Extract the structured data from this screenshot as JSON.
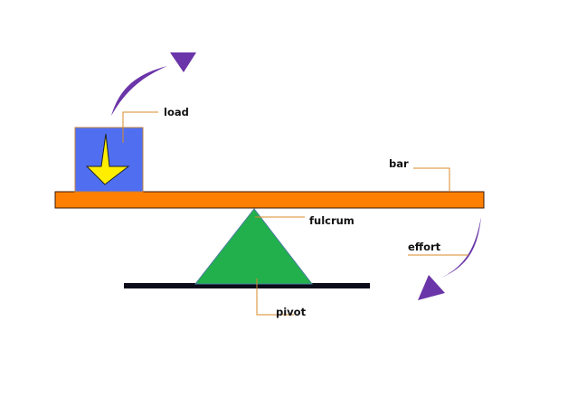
{
  "diagram": {
    "title": "Lever",
    "labels": {
      "load": "load",
      "bar": "bar",
      "fulcrum": "fulcrum",
      "effort": "effort",
      "pivot": "pivot"
    },
    "colors": {
      "bar": "#ff7f00",
      "load_box": "#4f6ff0",
      "load_arrow": "#ffee00",
      "fulcrum": "#22b04c",
      "ground": "#0b0b1a",
      "motion_arrows": "#6a35a8",
      "leader_lines": "#d88a2a"
    }
  }
}
